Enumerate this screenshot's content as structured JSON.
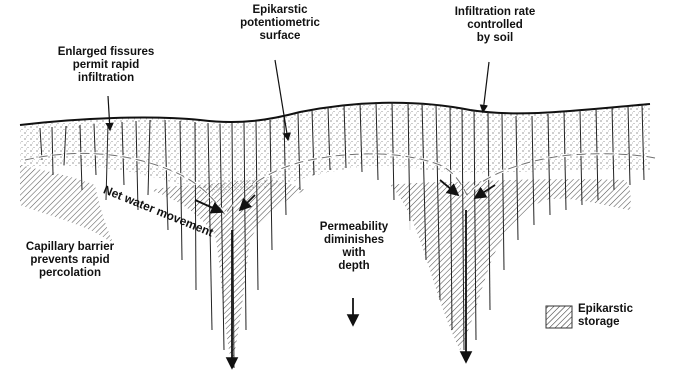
{
  "labels": {
    "fissures": "Enlarged fissures\npermit rapid\ninfiltration",
    "epikarstic_surface": "Epikarstic\npotentiometric\nsurface",
    "infiltration_rate": "Infiltration rate\ncontrolled\nby soil",
    "net_water": "Net water movement",
    "capillary": "Capillary barrier\nprevents rapid\npercolation",
    "permeability": "Permeability\ndiminishes\nwith\ndepth"
  },
  "legend": {
    "label": "Epikarstic\nstorage"
  },
  "colors": {
    "ink": "#111111",
    "soil_stipple": "#555555",
    "storage_hatch": "#333333"
  }
}
